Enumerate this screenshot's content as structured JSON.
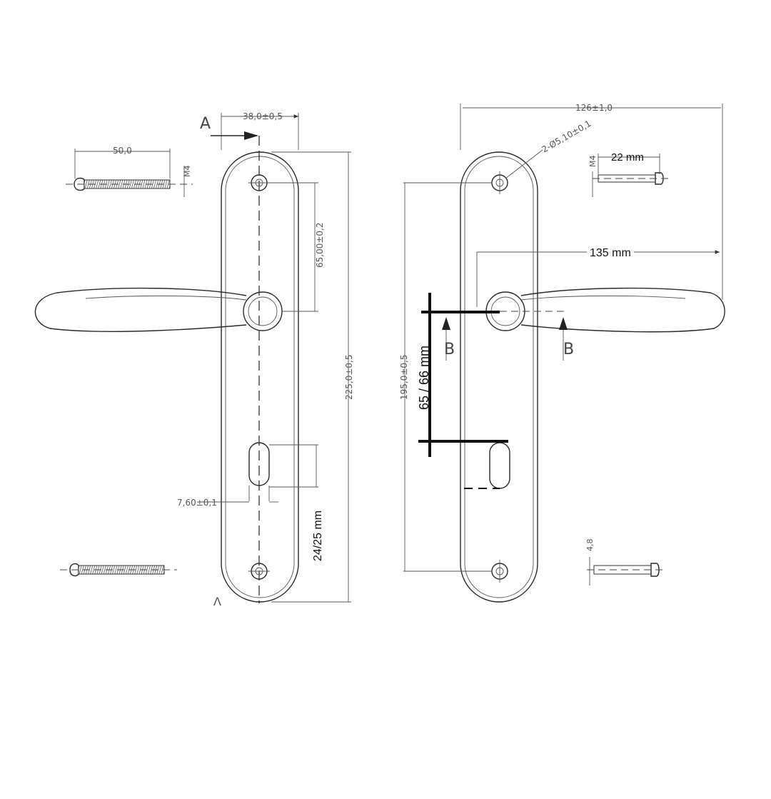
{
  "left_view": {
    "section_marker_top": "A",
    "section_marker_bottom": "Λ",
    "width_dim": "38,0±0,5",
    "hole_to_spindle_dim": "65,00±0,2",
    "total_height_dim": "225,0±0,5",
    "key_slot_width_dim": "7,60±0,1",
    "key_slot_height_dim": "24/25 mm",
    "screw_length_dim": "50,0",
    "screw_thread_label": "M4"
  },
  "right_view": {
    "overall_width_dim": "126±1,0",
    "hole_dim": "2-Ø5,10±0,1",
    "lever_length_dim": "135 mm",
    "hole_spacing_dim": "195,0±0,5",
    "spindle_to_key_dim": "65 / 66 mm",
    "section_marker_left": "B",
    "section_marker_right": "B",
    "pin_length_dim": "22 mm",
    "pin_thread_label": "M4",
    "pin_diameter_label": "4,8"
  }
}
